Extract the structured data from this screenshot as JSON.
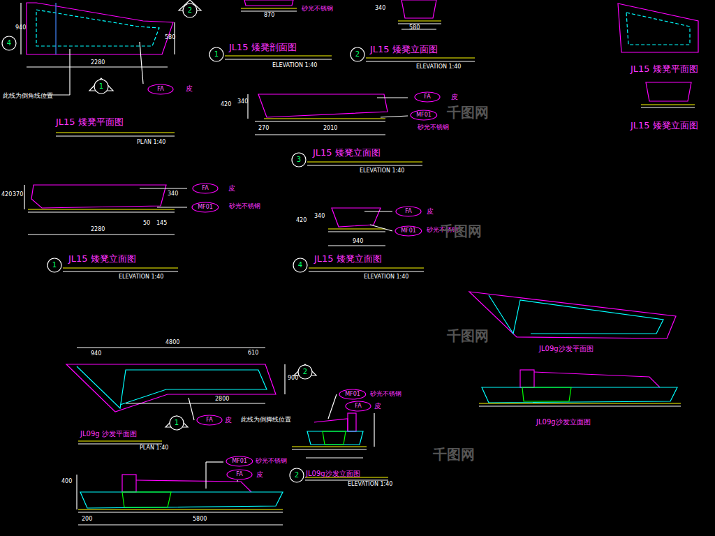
{
  "diagram": {
    "nodes": [
      {
        "text": [
          "2"
        ]
      },
      {
        "text": [
          "1"
        ]
      },
      {
        "text": [
          "FA"
        ]
      },
      {
        "text": [
          "1"
        ]
      },
      {
        "text": [
          "2"
        ]
      },
      {
        "text": [
          "FA"
        ]
      },
      {
        "text": [
          "MF01"
        ]
      },
      {
        "text": [
          "3"
        ]
      },
      {
        "text": [
          "FA"
        ]
      },
      {
        "text": [
          "MF01"
        ]
      },
      {
        "text": [
          "1"
        ]
      },
      {
        "text": [
          "FA"
        ]
      },
      {
        "text": [
          "MF01"
        ]
      },
      {
        "text": [
          "4"
        ]
      },
      {
        "text": [
          "2"
        ]
      },
      {
        "text": [
          "FA"
        ]
      },
      {
        "text": [
          "1"
        ]
      },
      {
        "text": [
          "MF01"
        ]
      },
      {
        "text": [
          "FA"
        ]
      },
      {
        "text": [
          "MF01"
        ]
      },
      {
        "text": [
          "FA"
        ]
      },
      {
        "text": [
          "2"
        ]
      },
      {
        "text": [
          "4"
        ]
      }
    ],
    "labels": [
      "940",
      "2280",
      "580",
      "此线为倒角线位置",
      "皮",
      "JL15 矮凳平面图",
      "PLAN 1:40",
      "870",
      "砂光不锈钢",
      "JL15 矮凳剖面图",
      "ELEVATION 1:40",
      "340",
      "580",
      "JL15 矮凳立面图",
      "ELEVATION 1:40",
      "420",
      "340",
      "皮",
      "砂光不锈钢",
      "270",
      "2010",
      "JL15 矮凳立面图",
      "ELEVATION 1:40",
      "420",
      "370",
      "340",
      "皮",
      "砂光不锈钢",
      "2280",
      "50",
      "145",
      "JL15 矮凳立面图",
      "ELEVATION 1:40",
      "420",
      "340",
      "皮",
      "砂光不锈钢",
      "940",
      "JL15 矮凳立面图",
      "ELEVATION 1:40",
      "JL15 矮凳平面图",
      "JL15 矮凳立面图",
      "JL09g沙发平面图",
      "JL09g沙发立面图",
      "4800",
      "940",
      "610",
      "900",
      "2800",
      "皮",
      "此线为倒脚线位置",
      "JL09g 沙发平面图",
      "PLAN 1:40",
      "砂光不锈钢",
      "皮",
      "400",
      "200",
      "5800",
      "砂光不锈钢",
      "皮",
      "JL09g沙发立面图",
      "ELEVATION 1:40",
      "千图网",
      "千图网",
      "千图网",
      "千图网"
    ]
  }
}
